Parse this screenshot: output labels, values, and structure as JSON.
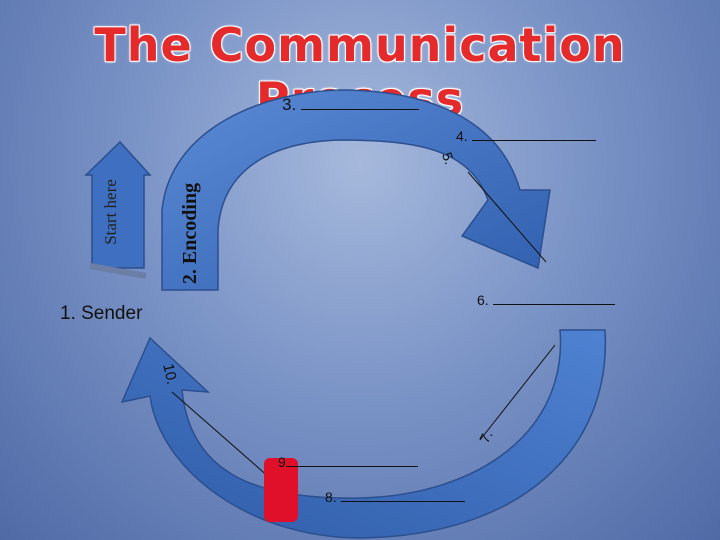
{
  "title": "The Communication Process",
  "labels": {
    "step1": "1. ",
    "sender": "Sender",
    "step2": "2. Encoding",
    "step3": "3. ",
    "step4": "4. ",
    "step5": "5.",
    "step6": "6. ",
    "step7": "7.",
    "step8": "8. ",
    "step9": "9",
    "step10": "10.",
    "start": "Start here"
  },
  "colors": {
    "title": "#e42a2a",
    "arrow_fill": "#3f6fc0",
    "arrow_edge": "#2c4f8e",
    "marker": "#e0102a"
  }
}
